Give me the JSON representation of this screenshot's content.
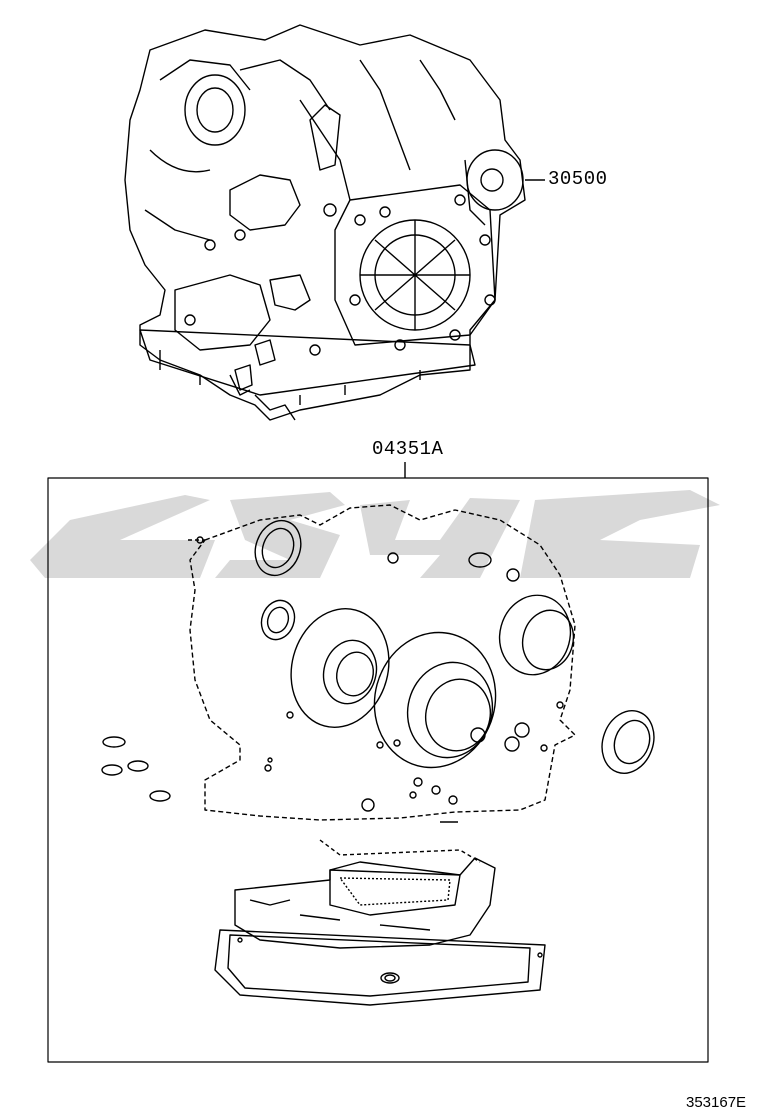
{
  "parts": {
    "transaxle": {
      "part_number": "30500"
    },
    "gasket_kit": {
      "part_number": "04351A"
    }
  },
  "diagram_code": "353167E",
  "colors": {
    "line": "#000000",
    "watermark": "#d9d9d9",
    "background": "#ffffff"
  }
}
